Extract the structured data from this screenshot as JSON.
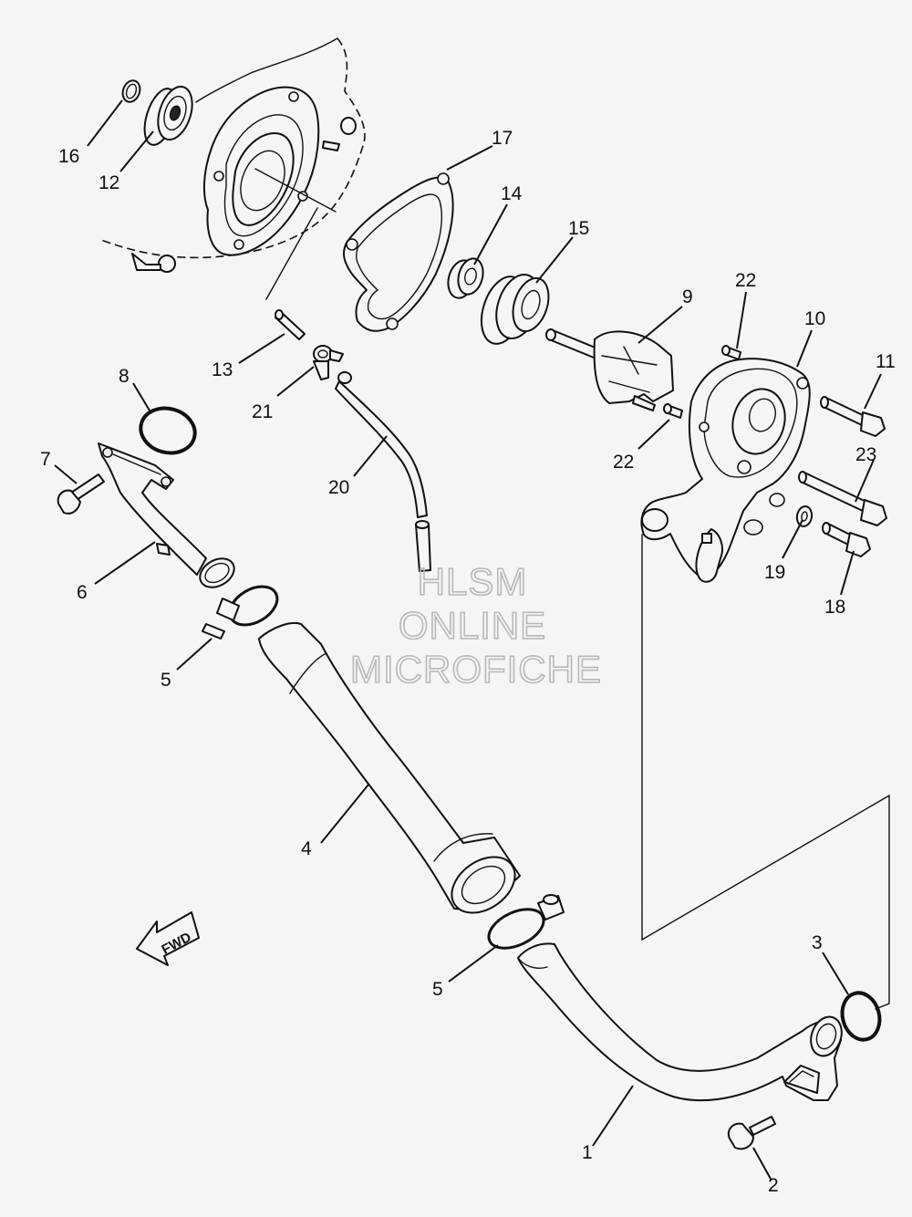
{
  "labels": {
    "1": "1",
    "2": "2",
    "3": "3",
    "4": "4",
    "5": "5",
    "6": "6",
    "7": "7",
    "8": "8",
    "9": "9",
    "10": "10",
    "11": "11",
    "12": "12",
    "13": "13",
    "14": "14",
    "15": "15",
    "16": "16",
    "17": "17",
    "18": "18",
    "19": "19",
    "20": "20",
    "21": "21",
    "22": "22",
    "23": "23"
  },
  "watermark": {
    "line1": "HLSM",
    "line2": "ONLINE",
    "line3": "MICROFICHE"
  },
  "fwd": "FWD"
}
